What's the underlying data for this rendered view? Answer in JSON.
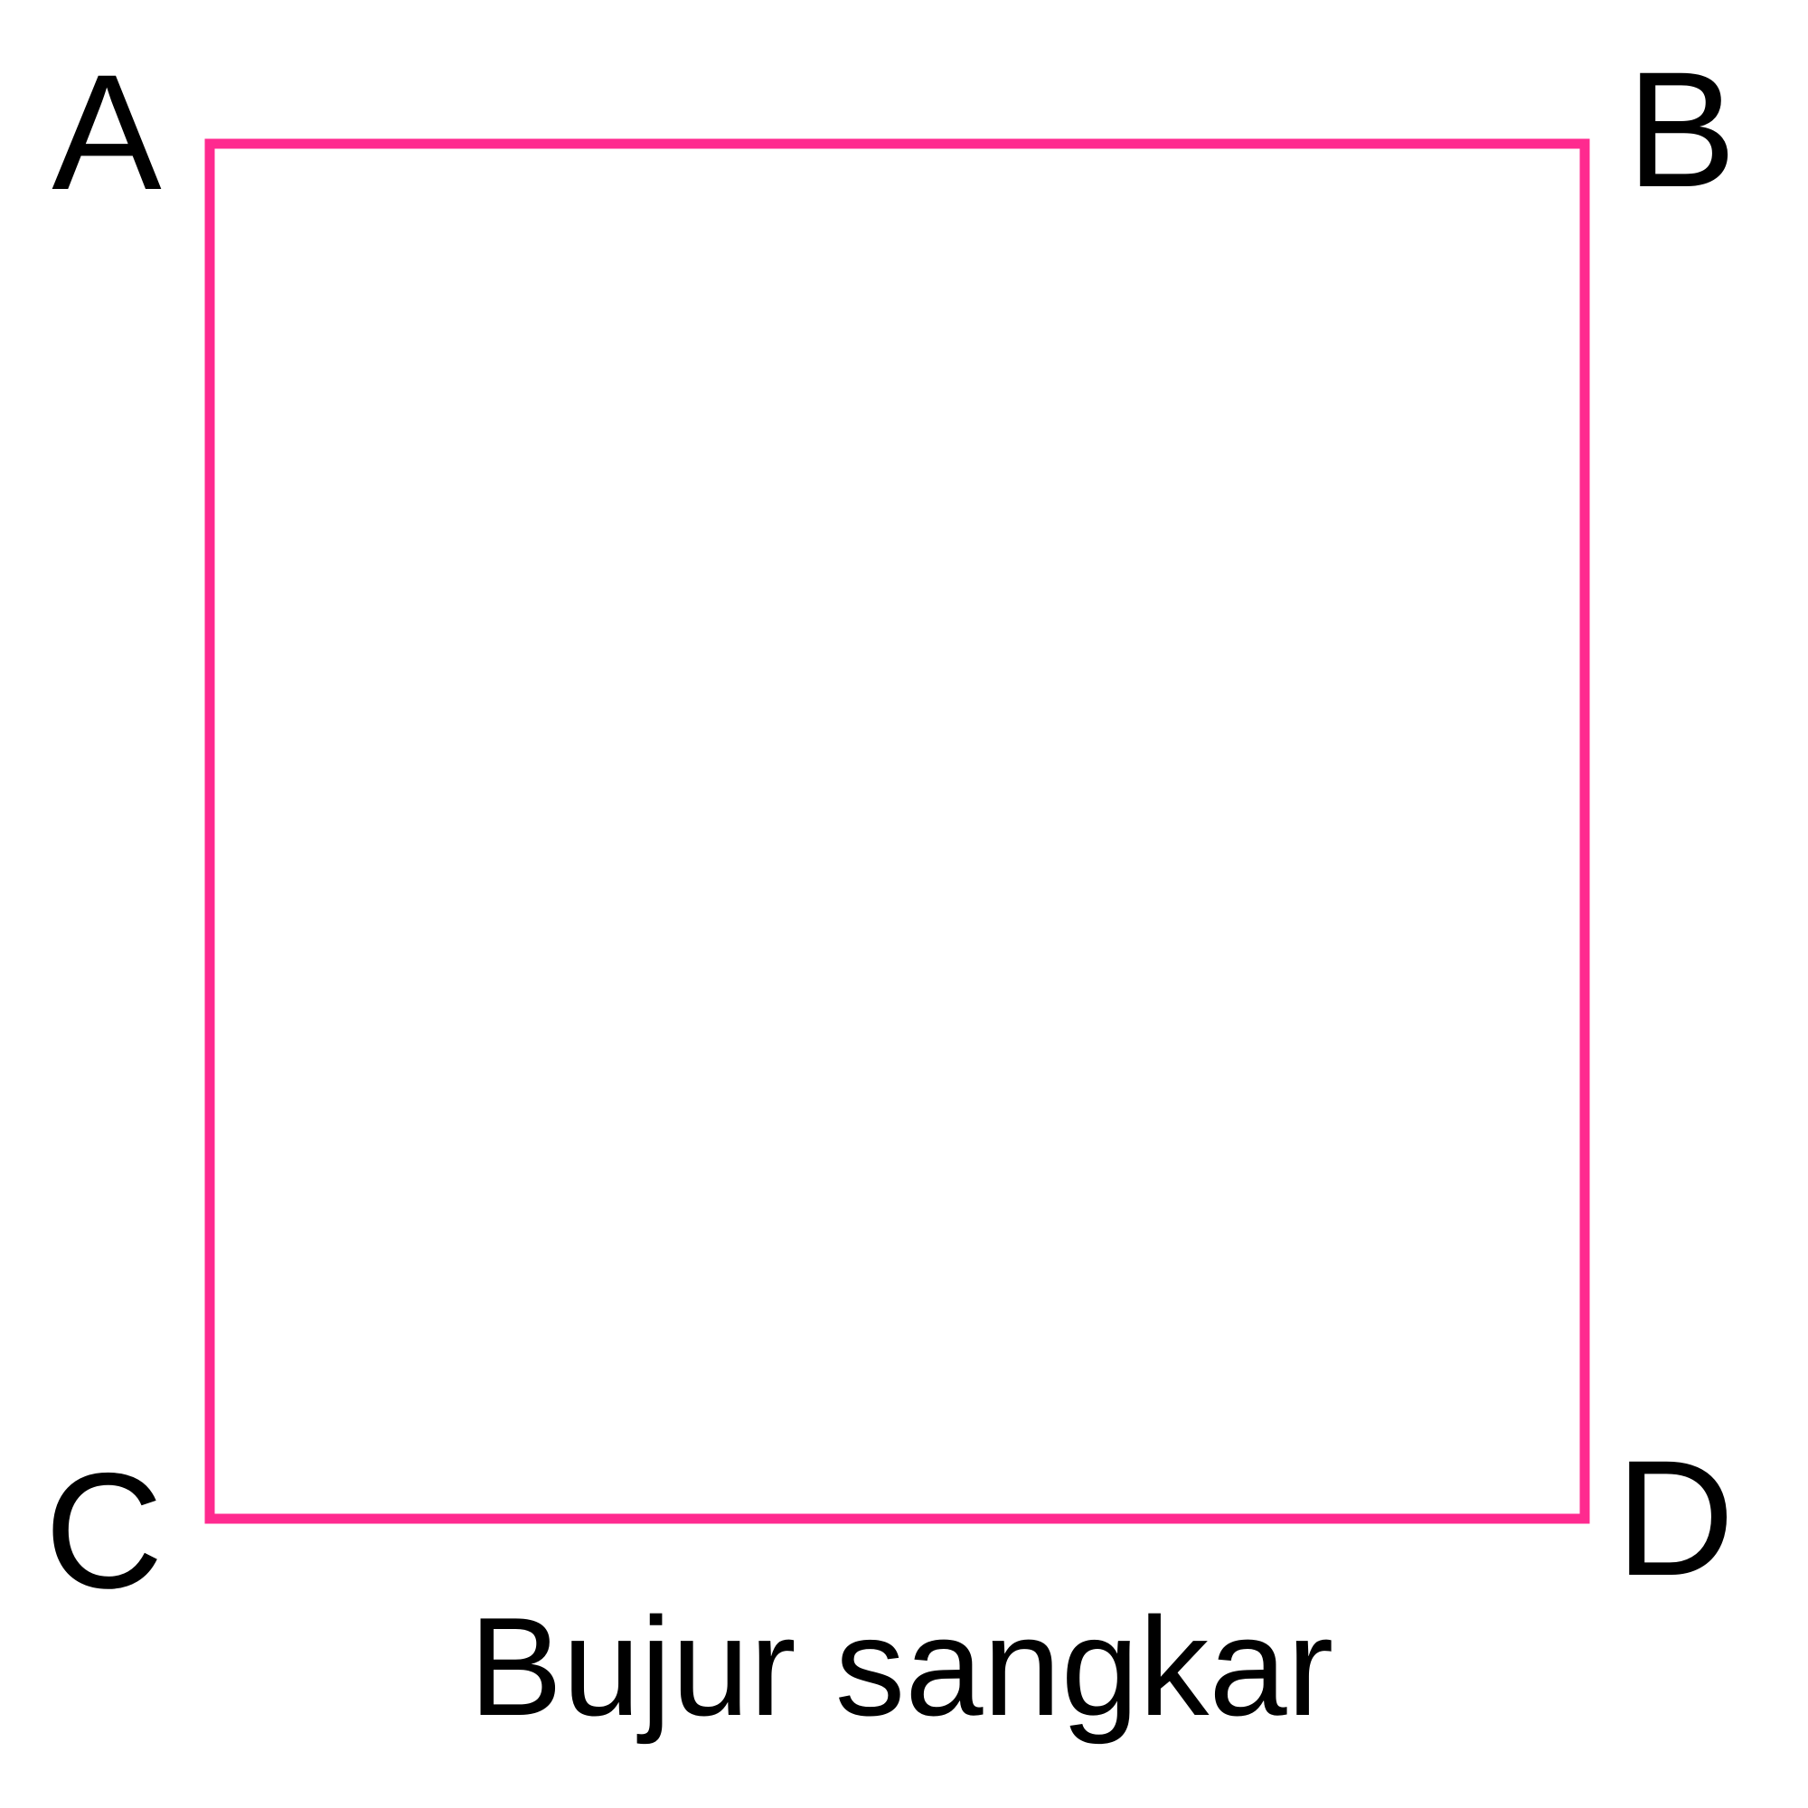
{
  "diagram": {
    "shape": "square",
    "stroke_color": "#FF2A8F",
    "text_color": "#000000",
    "background": "#FFFFFF",
    "vertices": {
      "top_left": "A",
      "top_right": "B",
      "bottom_left": "C",
      "bottom_right": "D"
    },
    "caption": "Bujur sangkar"
  }
}
